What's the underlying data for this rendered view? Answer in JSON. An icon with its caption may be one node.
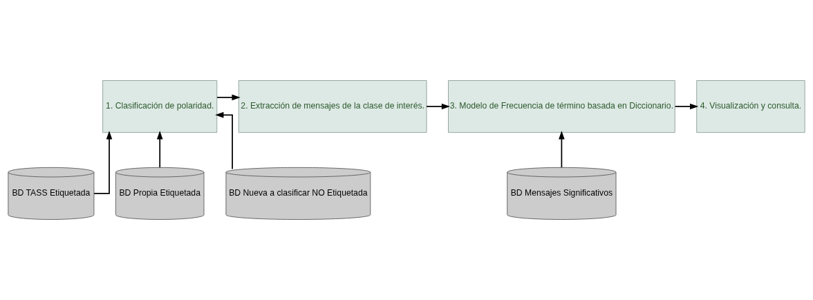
{
  "diagram": {
    "nodes": [
      {
        "text": [
          "1. Clasificación de polaridad."
        ]
      },
      {
        "text": [
          "2. Extracción de mensajes de la clase de interés."
        ]
      },
      {
        "text": [
          "3. Modelo de Frecuencia de término basada en Diccionario."
        ]
      },
      {
        "text": [
          "4. Visualización y consulta."
        ]
      },
      {
        "text": [
          "BD TASS Etiquetada"
        ]
      },
      {
        "text": [
          "BD Propia Etiquetada"
        ]
      },
      {
        "text": [
          "BD Nueva a clasificar NO Etiquetada"
        ]
      },
      {
        "text": [
          "BD Mensajes Significativos"
        ]
      }
    ],
    "edges": [
      {
        "from": 4,
        "to": 0,
        "arrow": "to"
      },
      {
        "from": 5,
        "to": 0,
        "arrow": "to"
      },
      {
        "from": 6,
        "to": 0,
        "arrow": "to"
      },
      {
        "from": 0,
        "to": 1,
        "arrow": "to"
      },
      {
        "from": 1,
        "to": 2,
        "arrow": "to"
      },
      {
        "from": 2,
        "to": 3,
        "arrow": "to"
      },
      {
        "from": 7,
        "to": 2,
        "arrow": "to"
      }
    ]
  }
}
